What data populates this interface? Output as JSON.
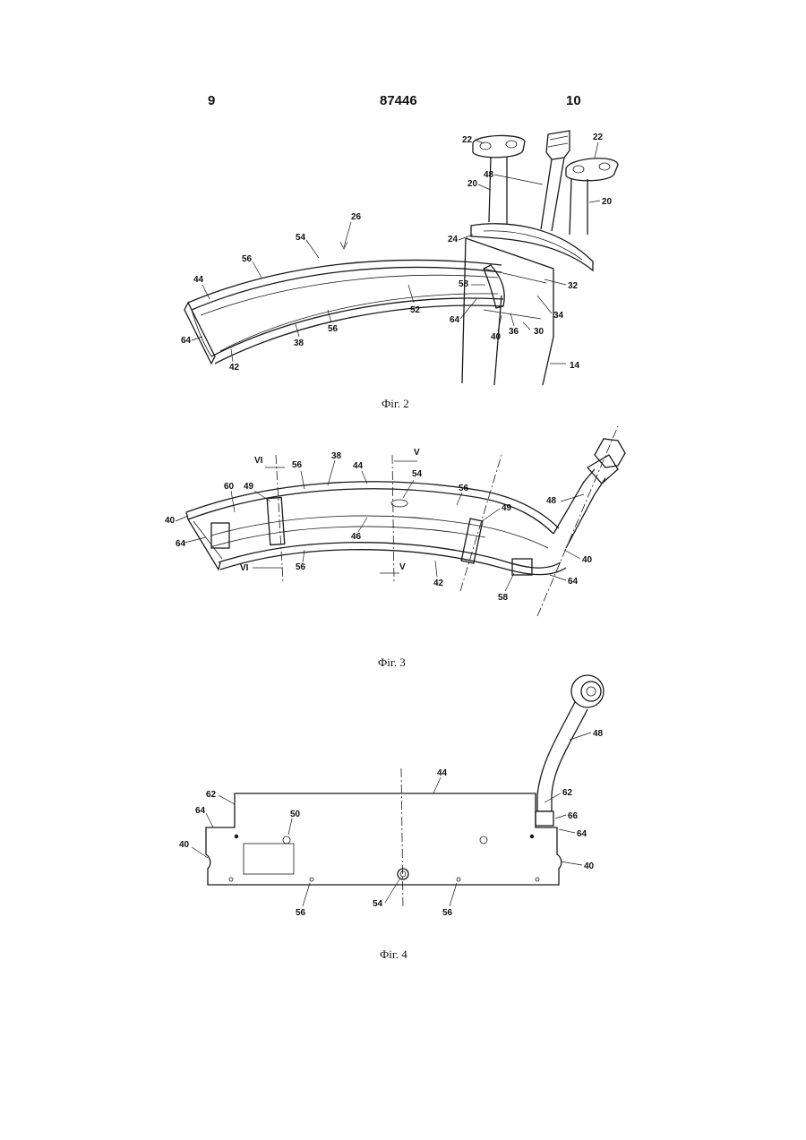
{
  "header": {
    "left_page": "9",
    "patent_number": "87446",
    "right_page": "10"
  },
  "figures": [
    {
      "caption": "Фіг. 2",
      "labels": [
        "22",
        "22",
        "48",
        "20",
        "20",
        "26",
        "54",
        "24",
        "56",
        "44",
        "58",
        "32",
        "52",
        "34",
        "64",
        "64",
        "56",
        "40",
        "36",
        "30",
        "38",
        "42",
        "14"
      ]
    },
    {
      "caption": "Фіг. 3",
      "labels": [
        "VI",
        "38",
        "V",
        "56",
        "44",
        "54",
        "60",
        "49",
        "56",
        "49",
        "48",
        "40",
        "64",
        "46",
        "40",
        "VI",
        "56",
        "V",
        "42",
        "64",
        "58"
      ]
    },
    {
      "caption": "Фіг. 4",
      "labels": [
        "48",
        "44",
        "62",
        "62",
        "64",
        "50",
        "66",
        "64",
        "40",
        "40",
        "54",
        "56",
        "56"
      ]
    }
  ]
}
